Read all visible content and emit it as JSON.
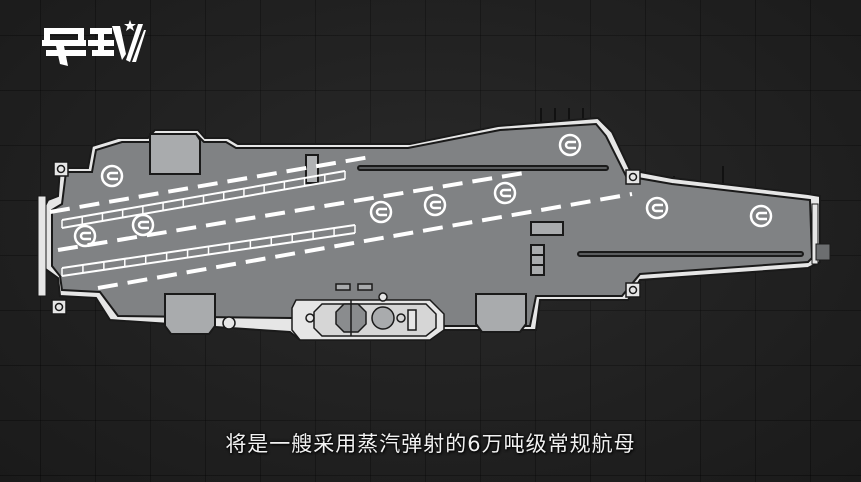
{
  "logo": {
    "text": "军武",
    "icon": "junwu-star-logo"
  },
  "scene": {
    "subject": "aircraft-carrier-top-view",
    "colors": {
      "background": "#232323",
      "deck": "#808284",
      "outline": "#1a1a1a",
      "trim": "#e6e6e6",
      "marking": "#ffffff",
      "block": "#a9abad"
    }
  },
  "subtitle": {
    "text": "将是一艘采用蒸汽弹射的6万吨级常规航母"
  }
}
